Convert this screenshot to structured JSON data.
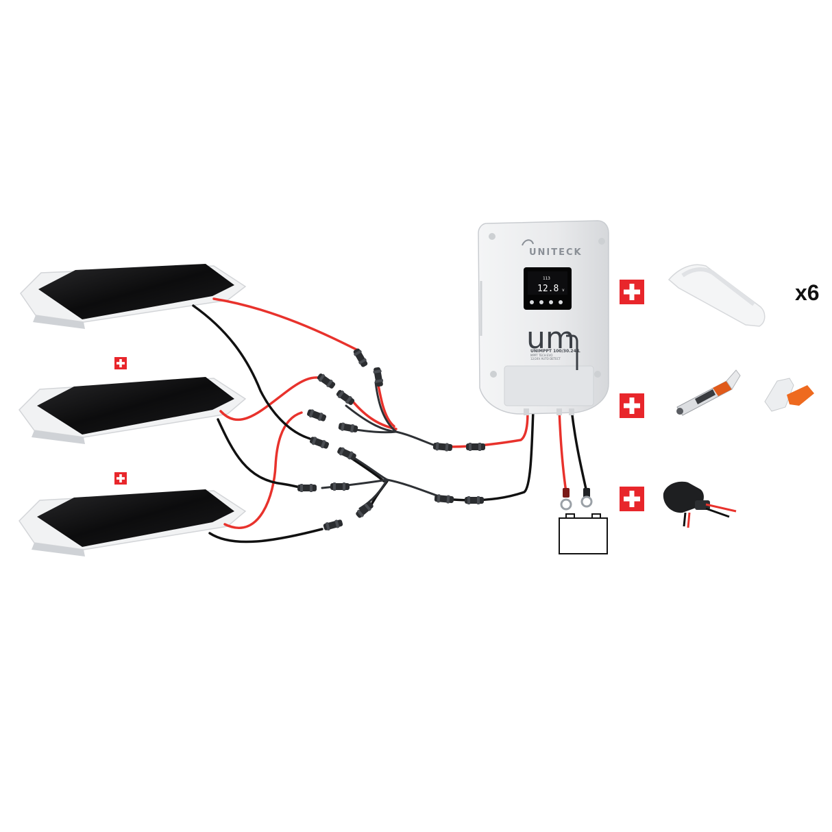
{
  "controller": {
    "brand": "UNITECK",
    "logo": "um",
    "model": "UNIMPPT 100/30.24 L",
    "line1": "MPPT TECH EVO",
    "line2": "12/24V AUTO DETECT",
    "lcd_value": "12.8",
    "lcd_unit": "v",
    "lcd_small": "113"
  },
  "accessories": {
    "mounts_quantity": "x6"
  },
  "icons": {
    "plus": "plus-icon",
    "battery": "battery-icon"
  },
  "colors": {
    "positive_wire": "#e8322c",
    "negative_wire": "#111111",
    "plus_badge": "#e8262b"
  }
}
